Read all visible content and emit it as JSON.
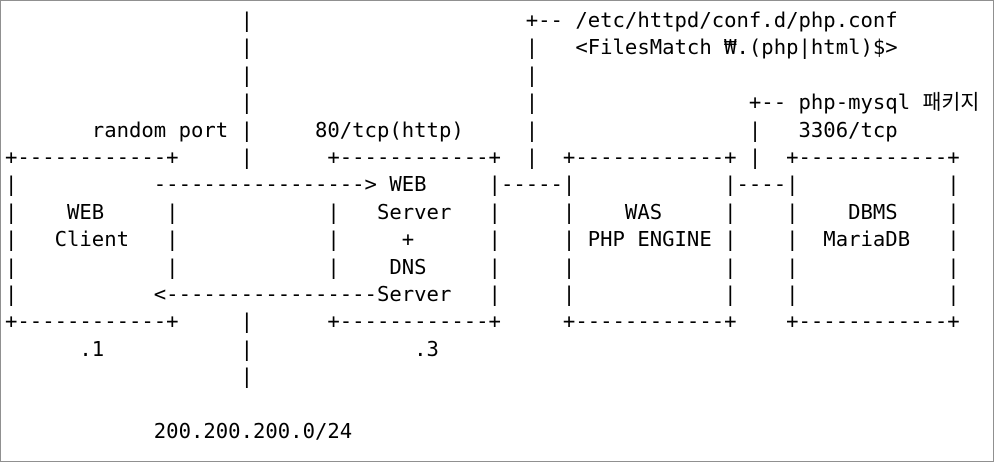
{
  "colors": {
    "background": "#ffffff",
    "text": "#000000",
    "frame_border": "#909090"
  },
  "diagram": {
    "rows": [
      [
        [
          19,
          "|"
        ],
        [
          42,
          "+-- /etc/httpd/conf.d/php.conf"
        ]
      ],
      [
        [
          19,
          "|"
        ],
        [
          42,
          "|"
        ],
        [
          46,
          "<FilesMatch ₩.(php|html)$>"
        ]
      ],
      [
        [
          19,
          "|"
        ],
        [
          42,
          "|"
        ]
      ],
      [
        [
          19,
          "|"
        ],
        [
          42,
          "|"
        ],
        [
          60,
          "+-- php-mysql 패키지"
        ]
      ],
      [
        [
          7,
          "random port"
        ],
        [
          19,
          "|"
        ],
        [
          25,
          "80/tcp(http)"
        ],
        [
          42,
          "|"
        ],
        [
          60,
          "|"
        ],
        [
          64,
          "3306/tcp"
        ]
      ],
      [
        [
          0,
          "+------------+"
        ],
        [
          19,
          "|"
        ],
        [
          26,
          "+------------+"
        ],
        [
          42,
          "|"
        ],
        [
          45,
          "+------------+"
        ],
        [
          60,
          "|"
        ],
        [
          63,
          "+------------+"
        ]
      ],
      [
        [
          0,
          "|"
        ],
        [
          12,
          "-----------------"
        ],
        [
          29,
          ">"
        ],
        [
          31,
          "WEB"
        ],
        [
          39,
          "|"
        ],
        [
          40,
          "-----"
        ],
        [
          45,
          "|"
        ],
        [
          58,
          "|"
        ],
        [
          59,
          "----"
        ],
        [
          63,
          "|"
        ],
        [
          76,
          "|"
        ]
      ],
      [
        [
          0,
          "|"
        ],
        [
          5,
          "WEB"
        ],
        [
          13,
          "|"
        ],
        [
          26,
          "|"
        ],
        [
          30,
          "Server"
        ],
        [
          39,
          "|"
        ],
        [
          45,
          "|"
        ],
        [
          50,
          "WAS"
        ],
        [
          58,
          "|"
        ],
        [
          63,
          "|"
        ],
        [
          68,
          "DBMS"
        ],
        [
          76,
          "|"
        ]
      ],
      [
        [
          0,
          "|"
        ],
        [
          4,
          "Client"
        ],
        [
          13,
          "|"
        ],
        [
          26,
          "|"
        ],
        [
          32,
          "+"
        ],
        [
          39,
          "|"
        ],
        [
          45,
          "|"
        ],
        [
          47,
          "PHP ENGINE"
        ],
        [
          58,
          "|"
        ],
        [
          63,
          "|"
        ],
        [
          66,
          "MariaDB"
        ],
        [
          76,
          "|"
        ]
      ],
      [
        [
          0,
          "|"
        ],
        [
          13,
          "|"
        ],
        [
          26,
          "|"
        ],
        [
          31,
          "DNS"
        ],
        [
          39,
          "|"
        ],
        [
          45,
          "|"
        ],
        [
          58,
          "|"
        ],
        [
          63,
          "|"
        ],
        [
          76,
          "|"
        ]
      ],
      [
        [
          0,
          "|"
        ],
        [
          12,
          "<"
        ],
        [
          13,
          "-----------------"
        ],
        [
          30,
          "Server"
        ],
        [
          39,
          "|"
        ],
        [
          45,
          "|"
        ],
        [
          58,
          "|"
        ],
        [
          63,
          "|"
        ],
        [
          76,
          "|"
        ]
      ],
      [
        [
          0,
          "+------------+"
        ],
        [
          19,
          "|"
        ],
        [
          26,
          "+------------+"
        ],
        [
          45,
          "+------------+"
        ],
        [
          63,
          "+------------+"
        ]
      ],
      [
        [
          6,
          ".1"
        ],
        [
          19,
          "|"
        ],
        [
          33,
          ".3"
        ]
      ],
      [
        [
          19,
          "|"
        ]
      ],
      [],
      [
        [
          12,
          "200.200.200.0/24"
        ]
      ]
    ]
  },
  "content": {
    "nodes": [
      {
        "label_lines": [
          "WEB",
          "Client"
        ],
        "ip_suffix": ".1"
      },
      {
        "label_lines": [
          "WEB",
          "Server",
          "+",
          "DNS",
          "Server"
        ],
        "ip_suffix": ".3",
        "port_label": "80/tcp(http)"
      },
      {
        "label_lines": [
          "WAS",
          "PHP ENGINE"
        ]
      },
      {
        "label_lines": [
          "DBMS",
          "MariaDB"
        ],
        "port_label": "3306/tcp"
      }
    ],
    "labels": {
      "client_port": "random port",
      "http_port": "80/tcp(http)",
      "db_port": "3306/tcp"
    },
    "annotations": [
      "/etc/httpd/conf.d/php.conf",
      "<FilesMatch ₩.(php|html)$>",
      "php-mysql 패키지"
    ],
    "network": "200.200.200.0/24"
  }
}
